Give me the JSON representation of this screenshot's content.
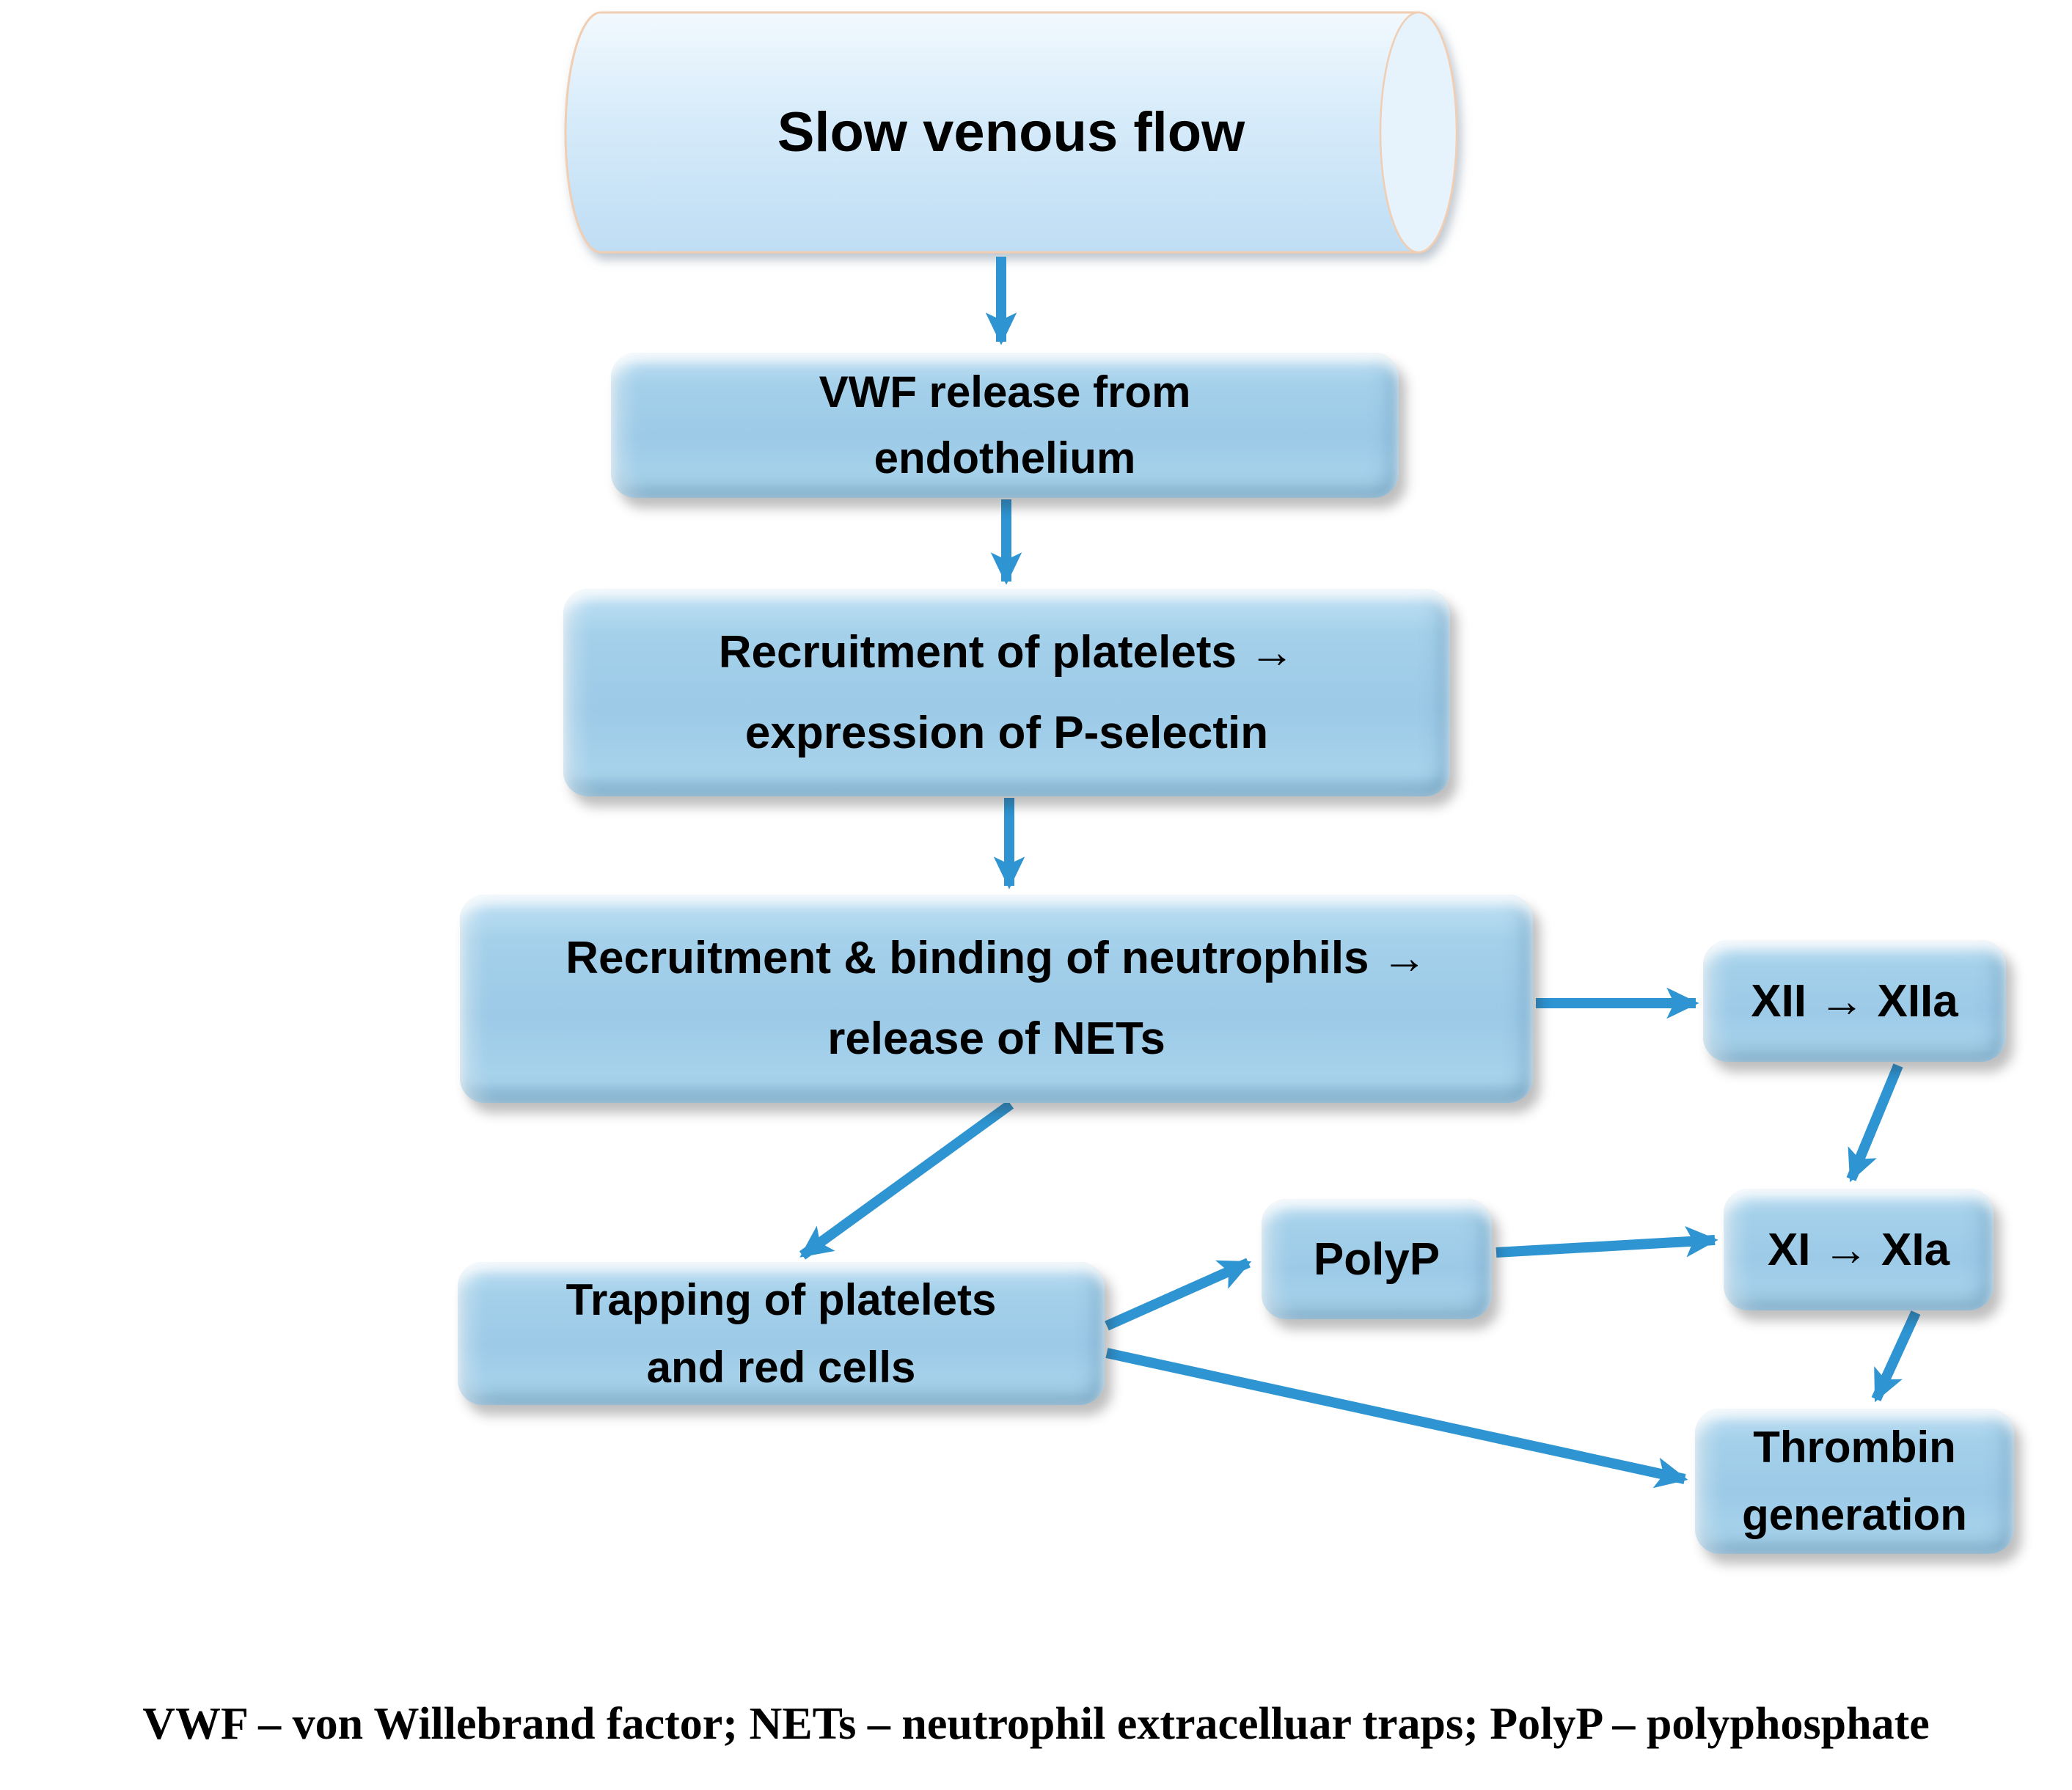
{
  "nodes": {
    "cylinder": {
      "label": "Slow venous flow"
    },
    "vwf": {
      "lines": [
        "VWF release from",
        "endothelium"
      ]
    },
    "platelets": {
      "lines": [
        "Recruitment of platelets →",
        "expression of P-selectin"
      ]
    },
    "neutrophils": {
      "lines": [
        "Recruitment & binding of neutrophils →",
        "release of NETs"
      ]
    },
    "trapping": {
      "lines": [
        "Trapping of platelets",
        "and red cells"
      ]
    },
    "polyp": {
      "lines": [
        "PolyP"
      ]
    },
    "xii": {
      "lines": [
        "XII → XIIa"
      ]
    },
    "xi": {
      "lines": [
        "XI → XIa"
      ]
    },
    "thrombin": {
      "lines": [
        "Thrombin",
        "generation"
      ]
    }
  },
  "caption": "VWF – von Willebrand factor; NETs – neutrophil extracelluar traps; PolyP – polyphosphate",
  "colors": {
    "arrow": "#2E94D2",
    "box_fill": "#9CCAE7",
    "box_highlight": "#D2EAF9",
    "cylinder_fill": "#D6EBFA",
    "cylinder_border": "#F1CDB2",
    "text": "#000000",
    "background": "#FFFFFF"
  }
}
